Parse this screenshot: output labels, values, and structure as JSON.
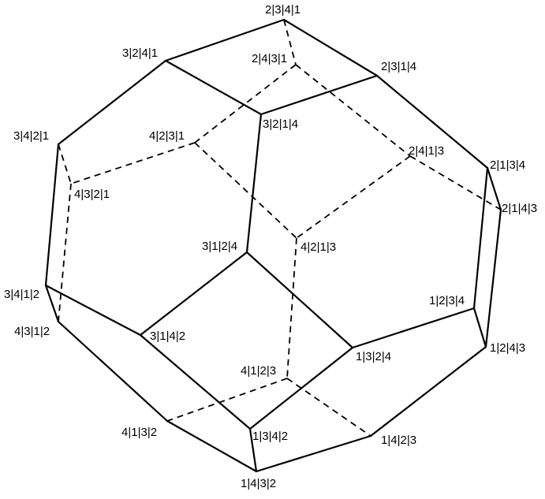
{
  "vertices": [
    {
      "id": "v2341",
      "label": "2|3|4|1"
    },
    {
      "id": "v3241",
      "label": "3|2|4|1"
    },
    {
      "id": "v2431",
      "label": "2|4|3|1"
    },
    {
      "id": "v2314",
      "label": "2|3|1|4"
    },
    {
      "id": "v3214",
      "label": "3|2|1|4"
    },
    {
      "id": "v3421",
      "label": "3|4|2|1"
    },
    {
      "id": "v4231",
      "label": "4|2|3|1"
    },
    {
      "id": "v2413",
      "label": "2|4|1|3"
    },
    {
      "id": "v2134",
      "label": "2|1|3|4"
    },
    {
      "id": "v4321",
      "label": "4|3|2|1"
    },
    {
      "id": "v2143",
      "label": "2|1|4|3"
    },
    {
      "id": "v3124",
      "label": "3|1|2|4"
    },
    {
      "id": "v4213",
      "label": "4|2|1|3"
    },
    {
      "id": "v3412",
      "label": "3|4|1|2"
    },
    {
      "id": "v1234",
      "label": "1|2|3|4"
    },
    {
      "id": "v4312",
      "label": "4|3|1|2"
    },
    {
      "id": "v3142",
      "label": "3|1|4|2"
    },
    {
      "id": "v1243",
      "label": "1|2|4|3"
    },
    {
      "id": "v1324",
      "label": "1|3|2|4"
    },
    {
      "id": "v4123",
      "label": "4|1|2|3"
    },
    {
      "id": "v4132",
      "label": "4|1|3|2"
    },
    {
      "id": "v1342",
      "label": "1|3|4|2"
    },
    {
      "id": "v1423",
      "label": "1|4|2|3"
    },
    {
      "id": "v1432",
      "label": "1|4|3|2"
    }
  ],
  "edges": {
    "solid": [
      [
        "v2341",
        "v3241"
      ],
      [
        "v2341",
        "v2314"
      ],
      [
        "v3241",
        "v3214"
      ],
      [
        "v2314",
        "v3214"
      ],
      [
        "v3241",
        "v3421"
      ],
      [
        "v2314",
        "v2134"
      ],
      [
        "v3214",
        "v3124"
      ],
      [
        "v3421",
        "v3412"
      ],
      [
        "v2134",
        "v2143"
      ],
      [
        "v2134",
        "v1234"
      ],
      [
        "v2143",
        "v1243"
      ],
      [
        "v1234",
        "v1243"
      ],
      [
        "v1234",
        "v1324"
      ],
      [
        "v3124",
        "v1324"
      ],
      [
        "v3124",
        "v3142"
      ],
      [
        "v3412",
        "v3142"
      ],
      [
        "v3412",
        "v4312"
      ],
      [
        "v4312",
        "v4132"
      ],
      [
        "v3142",
        "v1342"
      ],
      [
        "v1324",
        "v1342"
      ],
      [
        "v4132",
        "v1432"
      ],
      [
        "v1342",
        "v1432"
      ],
      [
        "v1432",
        "v1423"
      ],
      [
        "v1243",
        "v1423"
      ]
    ],
    "hidden": [
      [
        "v2341",
        "v2431"
      ],
      [
        "v2431",
        "v4231"
      ],
      [
        "v2431",
        "v2413"
      ],
      [
        "v3421",
        "v4321"
      ],
      [
        "v4231",
        "v4321"
      ],
      [
        "v4231",
        "v4213"
      ],
      [
        "v2413",
        "v4213"
      ],
      [
        "v2413",
        "v2143"
      ],
      [
        "v4321",
        "v4312"
      ],
      [
        "v4213",
        "v4123"
      ],
      [
        "v4123",
        "v4132"
      ],
      [
        "v4123",
        "v1423"
      ]
    ]
  }
}
